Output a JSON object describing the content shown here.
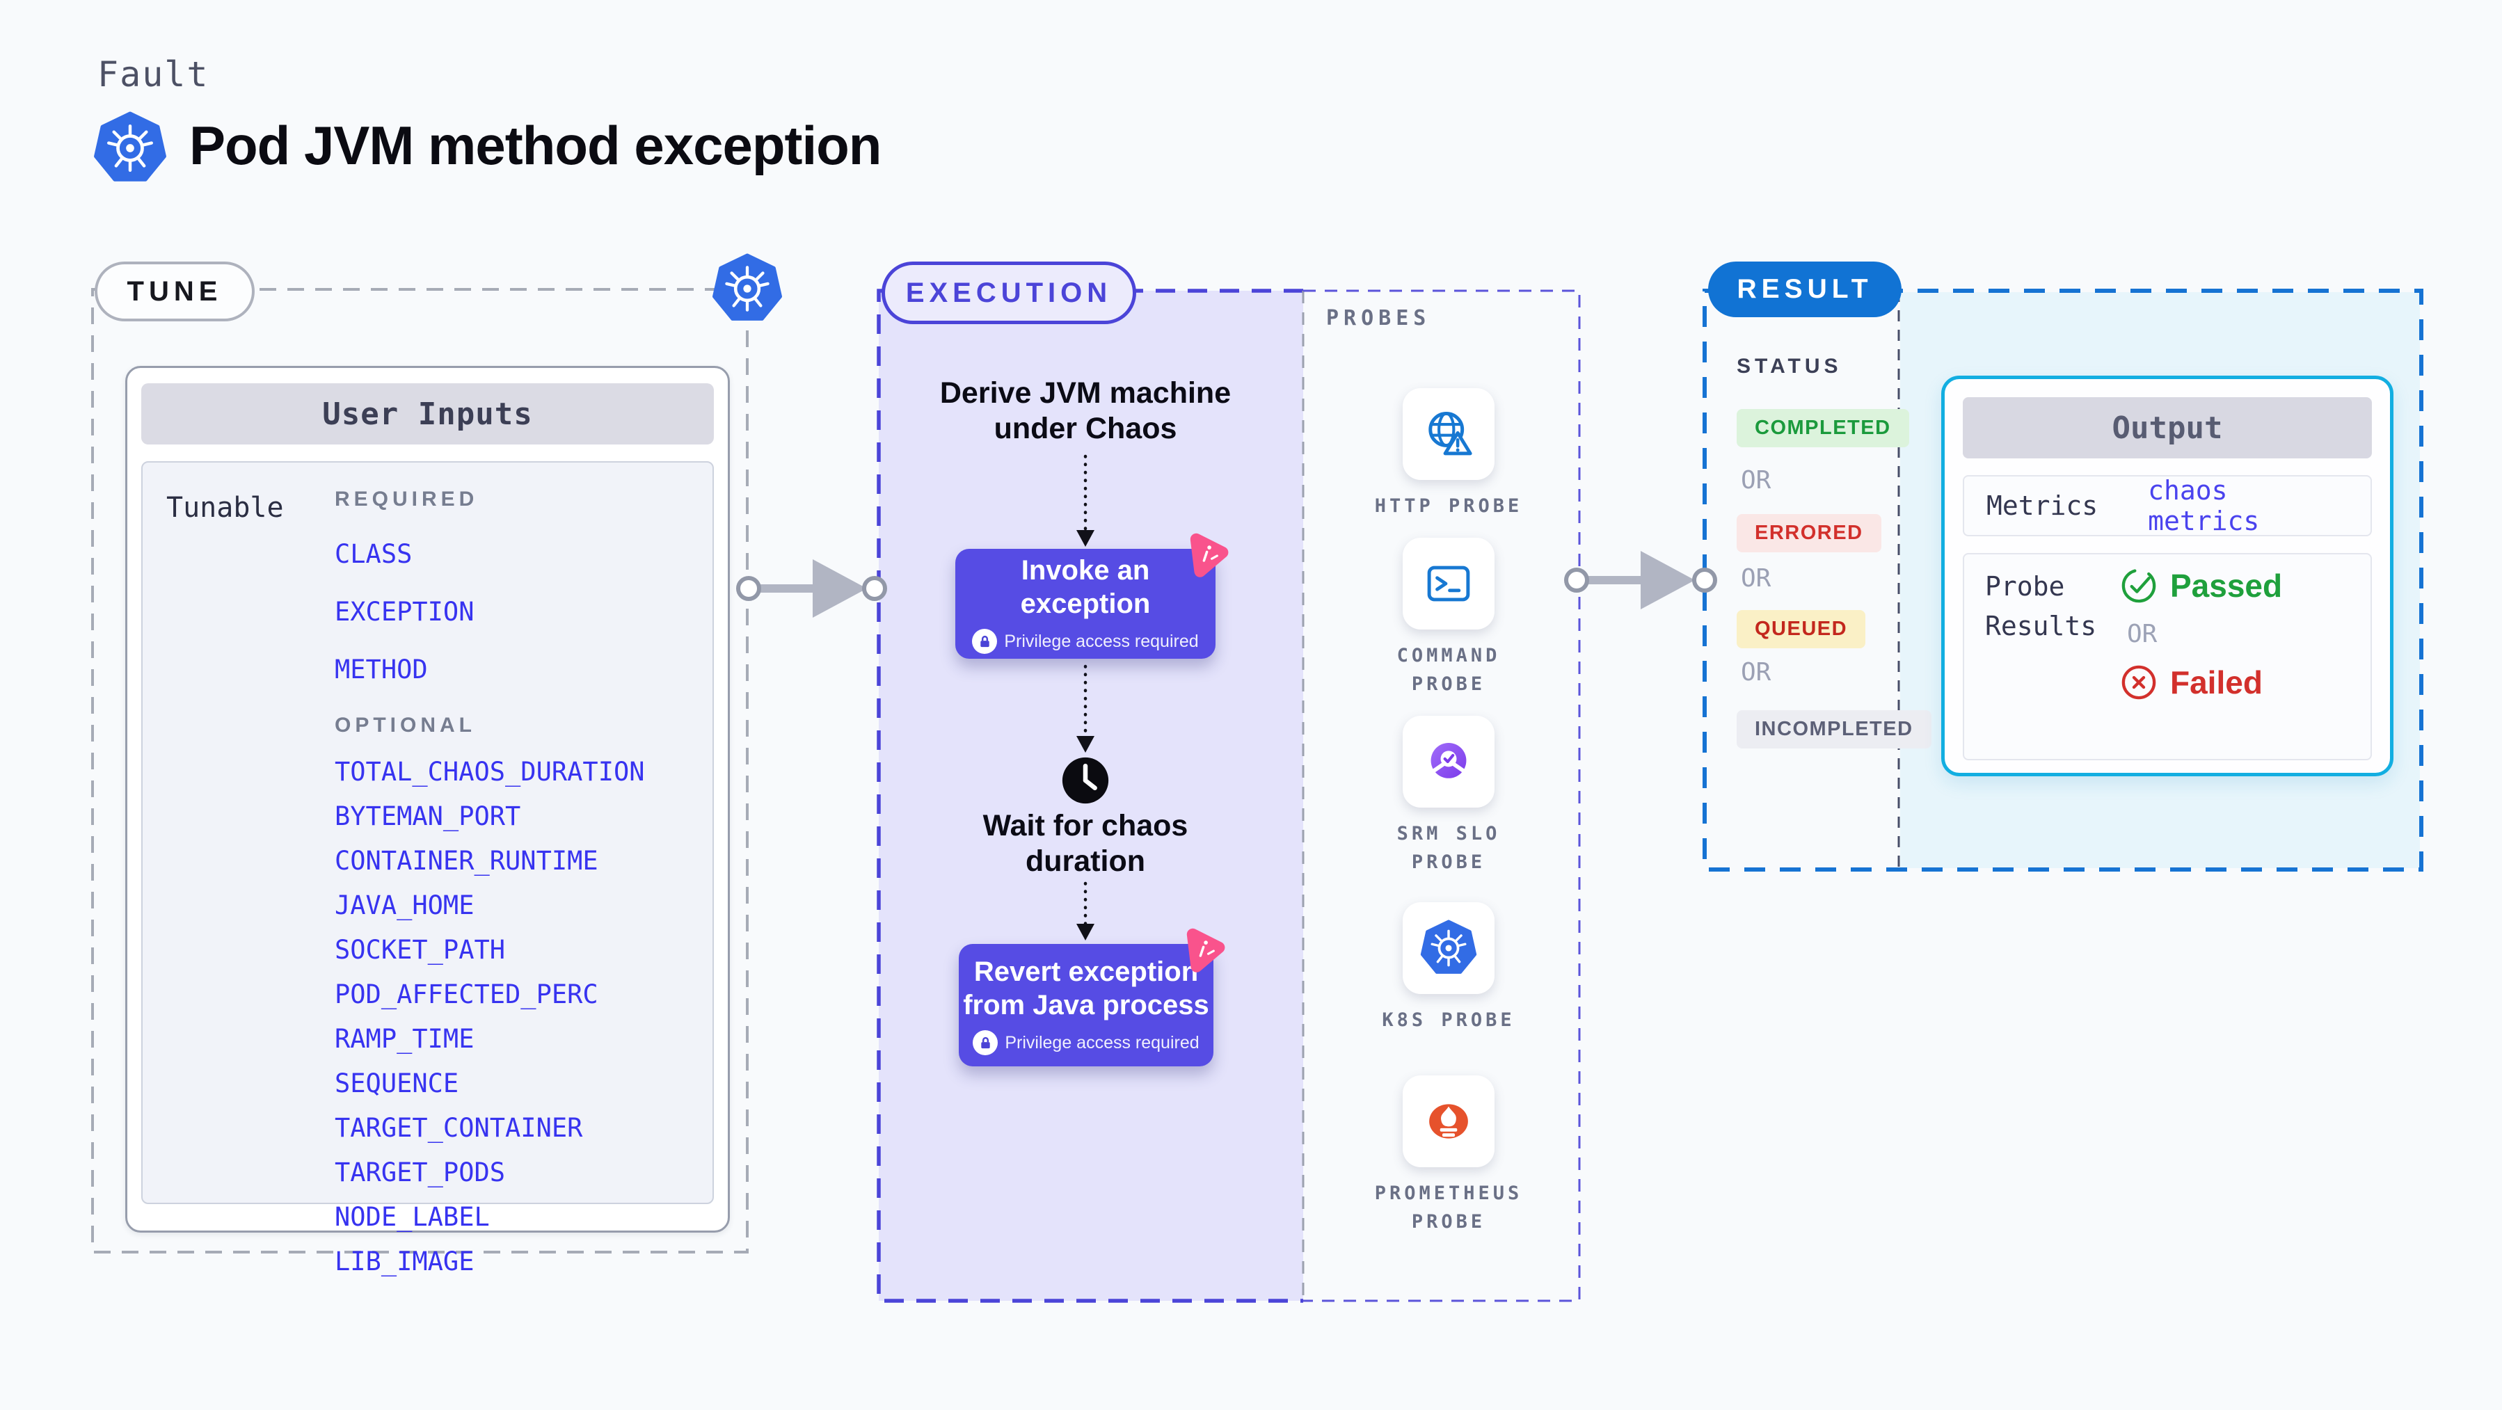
{
  "header": {
    "eyebrow": "Fault",
    "title": "Pod JVM method exception"
  },
  "tune": {
    "badge": "TUNE",
    "panel_title": "User Inputs",
    "group_label": "Tunable",
    "required_label": "REQUIRED",
    "required_items": [
      "CLASS",
      "EXCEPTION",
      "METHOD"
    ],
    "optional_label": "OPTIONAL",
    "optional_items": [
      "TOTAL_CHAOS_DURATION",
      "BYTEMAN_PORT",
      "CONTAINER_RUNTIME",
      "JAVA_HOME",
      "SOCKET_PATH",
      "POD_AFFECTED_PERC",
      "RAMP_TIME",
      "SEQUENCE",
      "TARGET_CONTAINER",
      "TARGET_PODS",
      "NODE_LABEL",
      "LIB_IMAGE"
    ]
  },
  "execution": {
    "badge": "EXECUTION",
    "derive_step": "Derive JVM machine\nunder Chaos",
    "invoke_step": {
      "label": "Invoke an exception",
      "note": "Privilege access required"
    },
    "wait_step": "Wait for chaos\nduration",
    "revert_step": {
      "label": "Revert exception\nfrom Java process",
      "note": "Privilege access required"
    }
  },
  "probes": {
    "label": "PROBES",
    "items": [
      {
        "label": "HTTP PROBE",
        "icon": "globe-alert-icon"
      },
      {
        "label": "COMMAND\nPROBE",
        "icon": "terminal-icon"
      },
      {
        "label": "SRM SLO\nPROBE",
        "icon": "slo-donut-icon"
      },
      {
        "label": "K8S PROBE",
        "icon": "kubernetes-icon"
      },
      {
        "label": "PROMETHEUS\nPROBE",
        "icon": "prometheus-icon"
      }
    ]
  },
  "result": {
    "badge": "RESULT",
    "status_label": "STATUS",
    "or_label": "OR",
    "statuses": [
      {
        "label": "COMPLETED",
        "style": "background:#DCF3DC;color:#1B9A3C"
      },
      {
        "label": "ERRORED",
        "style": "background:#FAE7E6;color:#D2302C"
      },
      {
        "label": "QUEUED",
        "style": "background:#FAF0C6;color:#C3271D"
      },
      {
        "label": "INCOMPLETED",
        "style": "background:#ECEDF2;color:#5C6077"
      }
    ],
    "output": {
      "title": "Output",
      "metrics_label": "Metrics",
      "metrics_value": "chaos metrics",
      "probe_results_label": "Probe Results",
      "passed_label": "Passed",
      "failed_label": "Failed"
    }
  },
  "colors": {
    "page_bg": "#F8FAFC",
    "k8s_blue": "#326CE5",
    "execution_indigo": "#4B44D8",
    "execution_fill": "#E4E3FB",
    "button_purple": "#564CE4",
    "litmus_pink": "#F9538C",
    "result_blue": "#1173D4",
    "result_fill": "#E7F5FB",
    "output_cyan": "#12AEE1",
    "success_green": "#1FA03C",
    "error_red": "#D2302C",
    "probe_icon_blue": "#1778D2",
    "prometheus_orange": "#E6522C",
    "srm_purple": "#8B5CF6",
    "arrow_gray": "#B1B5C3"
  }
}
